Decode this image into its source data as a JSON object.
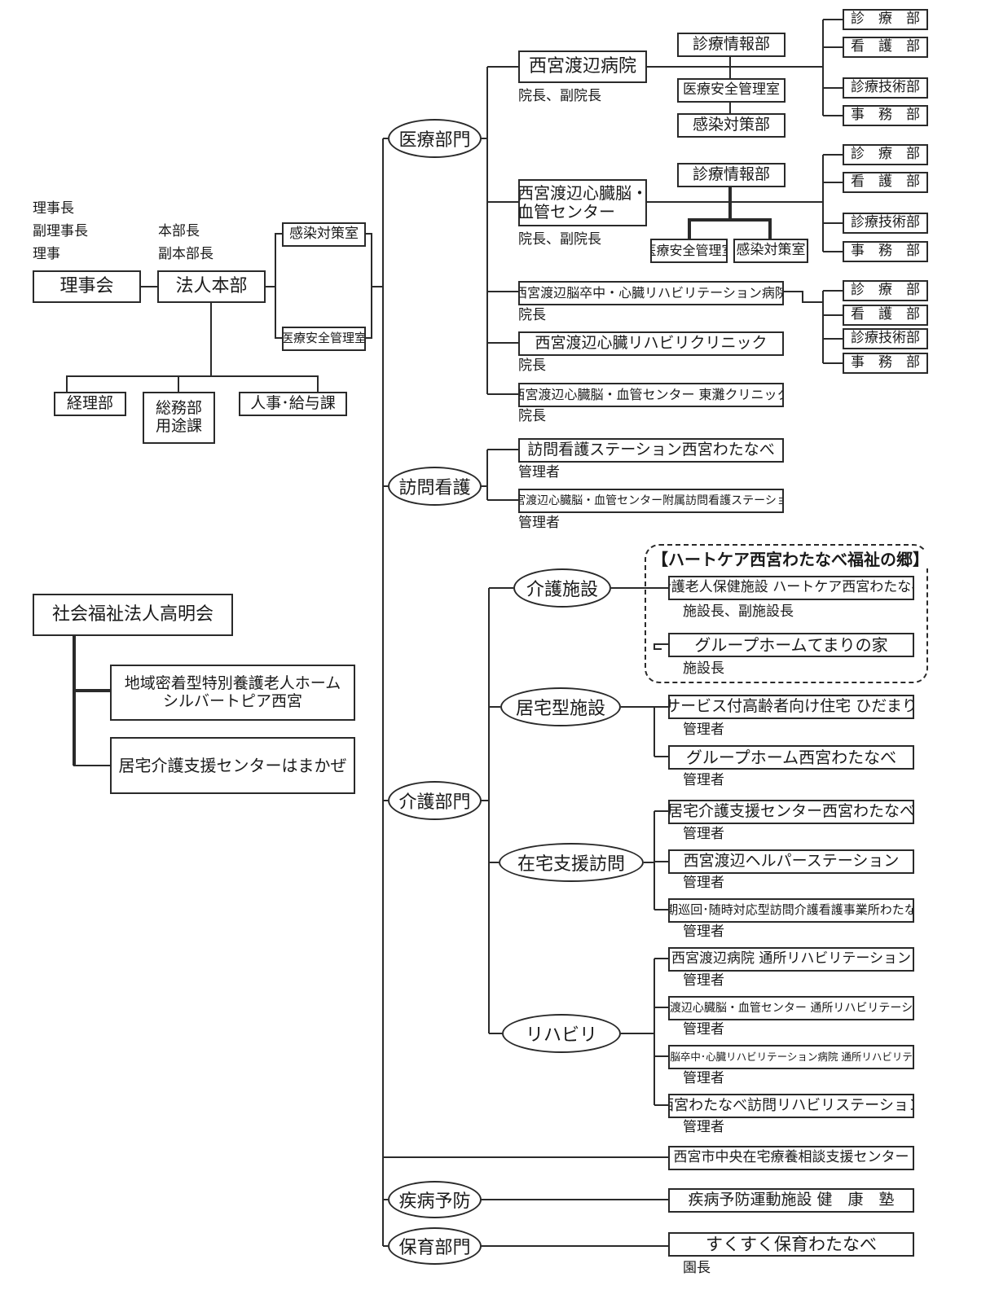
{
  "board": {
    "roles": [
      "理事長",
      "副理事長",
      "理事"
    ],
    "name": "理事会"
  },
  "hq": {
    "roles": [
      "本部長",
      "副本部長"
    ],
    "name": "法人本部",
    "side": [
      "感染対策室",
      "医療安全管理室"
    ],
    "depts": [
      "経理部",
      "総務部\n用途課",
      "人事･給与課"
    ]
  },
  "welfare": {
    "name": "社会福祉法人高明会",
    "units": [
      "地域密着型特別養護老人ホーム\nシルバートピア西宮",
      "居宅介護支援センターはまかぜ"
    ]
  },
  "medical": {
    "label": "医療部門",
    "hospital": {
      "name": "西宮渡辺病院",
      "role": "院長、副院長",
      "center": [
        "診療情報部",
        "医療安全管理室",
        "感染対策部"
      ],
      "depts": [
        "診　療　部",
        "看　護　部",
        "診療技術部",
        "事　務　部"
      ]
    },
    "heart": {
      "name": "西宮渡辺心臓脳・\n血管センター",
      "role": "院長、副院長",
      "center": [
        "診療情報部",
        "医療安全管理室",
        "感染対策室"
      ],
      "depts": [
        "診　療　部",
        "看　護　部",
        "診療技術部",
        "事　務　部"
      ]
    },
    "rehab_hospital": {
      "name": "西宮渡辺脳卒中・心臓リハビリテーション病院",
      "role": "院長",
      "depts": [
        "診　療　部",
        "看　護　部",
        "診療技術部",
        "事　務　部"
      ]
    },
    "clinics": [
      {
        "name": "西宮渡辺心臓リハビリクリニック",
        "role": "院長"
      },
      {
        "name": "西宮渡辺心臓脳・血管センター 東灘クリニック",
        "role": "院長"
      }
    ]
  },
  "visiting": {
    "label": "訪問看護",
    "items": [
      {
        "name": "訪問看護ステーション西宮わたなべ",
        "role": "管理者"
      },
      {
        "name": "西宮渡辺心臓脳・血管センター附属訪問看護ステーション",
        "role": "管理者"
      }
    ]
  },
  "care": {
    "label": "介護部門",
    "group_title": "【ハートケア西宮わたなべ福祉の郷】",
    "facilities": {
      "label": "介護施設",
      "items": [
        {
          "name": "介護老人保健施設 ハートケア西宮わたなべ",
          "role": "施設長、副施設長"
        },
        {
          "name": "グループホームてまりの家",
          "role": "施設長"
        }
      ]
    },
    "residential": {
      "label": "居宅型施設",
      "items": [
        {
          "name": "サービス付高齢者向け住宅 ひだまり",
          "role": "管理者"
        },
        {
          "name": "グループホーム西宮わたなべ",
          "role": "管理者"
        }
      ]
    },
    "home_visit": {
      "label": "在宅支援訪問",
      "items": [
        {
          "name": "居宅介護支援センター西宮わたなべ",
          "role": "管理者"
        },
        {
          "name": "西宮渡辺ヘルパーステーション",
          "role": "管理者"
        },
        {
          "name": "定期巡回･随時対応型訪問介護看護事業所わたなべ",
          "role": "管理者"
        }
      ]
    },
    "rehab": {
      "label": "リハビリ",
      "items": [
        {
          "name": "西宮渡辺病院 通所リハビリテーション",
          "role": "管理者"
        },
        {
          "name": "西宮渡辺心臓脳・血管センター 通所リハビリテーション",
          "role": "管理者"
        },
        {
          "name": "西宮渡辺脳卒中･心臓リハビリテーション病院 通所リハビリテーション",
          "role": "管理者"
        },
        {
          "name": "西宮わたなべ訪問リハビリステーション",
          "role": "管理者"
        }
      ]
    }
  },
  "home_care_center": "西宮市中央在宅療養相談支援センター",
  "prevention": {
    "label": "疾病予防",
    "item": "疾病予防運動施設 健　康　塾"
  },
  "childcare": {
    "label": "保育部門",
    "item": "すくすく保育わたなべ",
    "role": "園長"
  }
}
